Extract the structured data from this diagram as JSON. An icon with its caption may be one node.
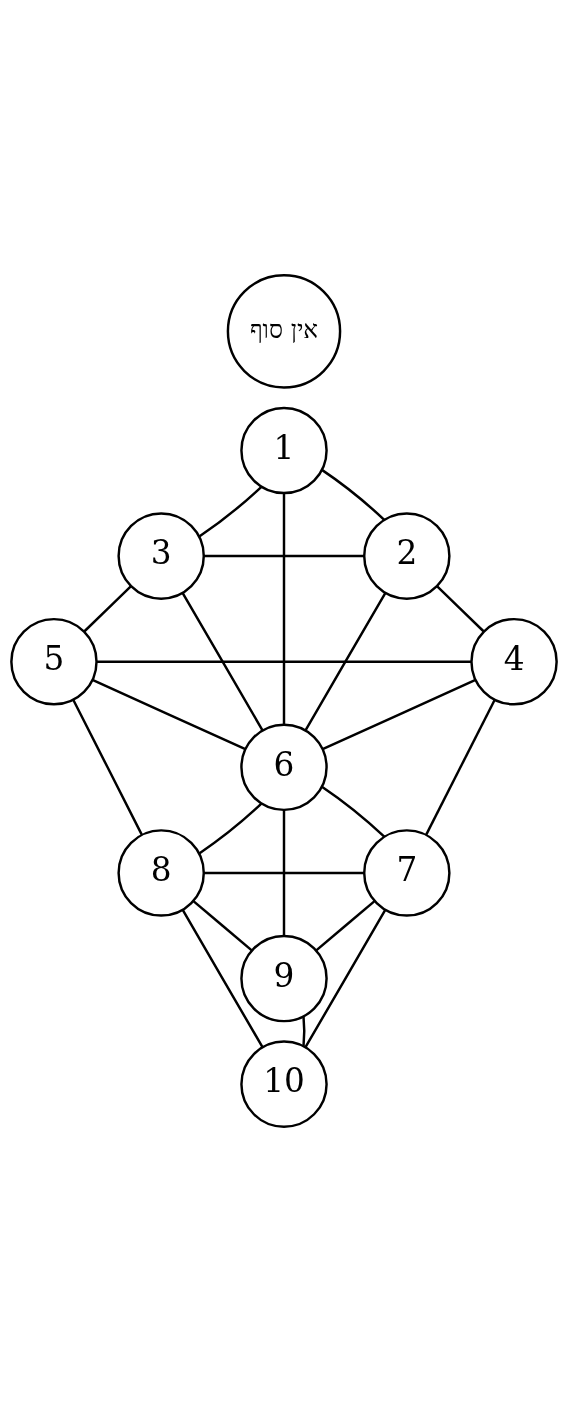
{
  "diagram": {
    "nodes": [
      {
        "text": [
          "אין סוף"
        ]
      },
      {
        "text": [
          "1"
        ]
      },
      {
        "text": [
          "3"
        ]
      },
      {
        "text": [
          "2"
        ]
      },
      {
        "text": [
          "5"
        ]
      },
      {
        "text": [
          "4"
        ]
      },
      {
        "text": [
          "6"
        ]
      },
      {
        "text": [
          "8"
        ]
      },
      {
        "text": [
          "7"
        ]
      },
      {
        "text": [
          "9"
        ]
      },
      {
        "text": [
          "10"
        ]
      }
    ],
    "edges": [
      {
        "from": 1,
        "to": 2,
        "arrow": "none"
      },
      {
        "from": 1,
        "to": 3,
        "arrow": "none"
      },
      {
        "from": 1,
        "to": 6,
        "arrow": "none"
      },
      {
        "from": 2,
        "to": 3,
        "arrow": "none"
      },
      {
        "from": 2,
        "to": 4,
        "arrow": "none"
      },
      {
        "from": 2,
        "to": 6,
        "arrow": "none"
      },
      {
        "from": 3,
        "to": 6,
        "arrow": "none"
      },
      {
        "from": 3,
        "to": 5,
        "arrow": "none"
      },
      {
        "from": 4,
        "to": 5,
        "arrow": "none"
      },
      {
        "from": 4,
        "to": 6,
        "arrow": "none"
      },
      {
        "from": 5,
        "to": 6,
        "arrow": "none"
      },
      {
        "from": 4,
        "to": 7,
        "arrow": "none"
      },
      {
        "from": 5,
        "to": 8,
        "arrow": "none"
      },
      {
        "from": 6,
        "to": 7,
        "arrow": "none"
      },
      {
        "from": 6,
        "to": 8,
        "arrow": "none"
      },
      {
        "from": 6,
        "to": 9,
        "arrow": "none"
      },
      {
        "from": 7,
        "to": 8,
        "arrow": "none"
      },
      {
        "from": 7,
        "to": 9,
        "arrow": "none"
      },
      {
        "from": 8,
        "to": 9,
        "arrow": "none"
      },
      {
        "from": 7,
        "to": 10,
        "arrow": "none"
      },
      {
        "from": 9,
        "to": 10,
        "arrow": "none"
      },
      {
        "from": 8,
        "to": 10,
        "arrow": "none"
      }
    ]
  }
}
